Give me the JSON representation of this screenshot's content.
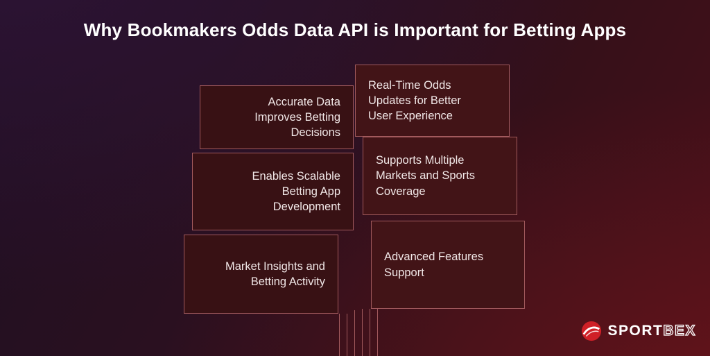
{
  "title": "Why Bookmakers Odds Data API is Important for Betting Apps",
  "boxes": [
    {
      "label": "Accurate Data\nImproves Betting\nDecisions"
    },
    {
      "label": "Real-Time Odds\nUpdates for Better\nUser Experience"
    },
    {
      "label": "Enables Scalable\nBetting App\nDevelopment"
    },
    {
      "label": "Supports Multiple\nMarkets and Sports\nCoverage"
    },
    {
      "label": "Market Insights and\nBetting Activity"
    },
    {
      "label": "Advanced Features\nSupport"
    }
  ],
  "logo": {
    "part1": "SPORT",
    "part2": "BEX"
  },
  "colors": {
    "box_border": "#a25a5d",
    "box_bg_left": "#381114",
    "box_bg_right": "#421417",
    "accent_red": "#d6232a",
    "text": "#f1e7e7"
  }
}
